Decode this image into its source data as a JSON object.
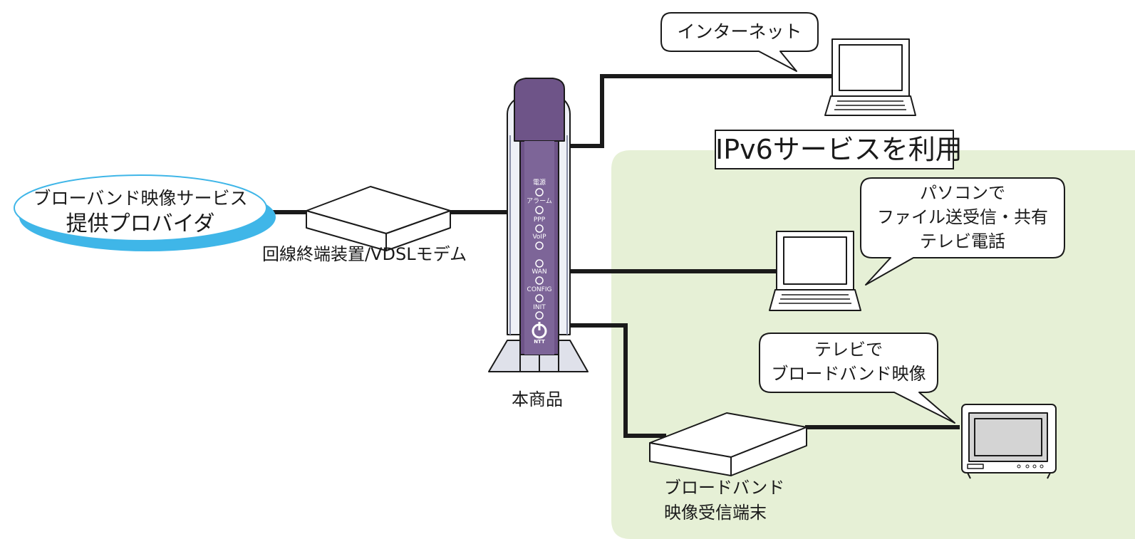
{
  "provider": {
    "line1": "ブローバンド映像サービス",
    "line2": "提供プロバイダ"
  },
  "onu_label": "回線終端装置/VDSLモデム",
  "router": {
    "label": "本商品",
    "leds": [
      "電源",
      "アラーム",
      "PPP",
      "VoIP",
      "WAN",
      "CONFIG",
      "INIT"
    ],
    "brand": "NTT"
  },
  "internet_bubble": "インターネット",
  "ipv6_title": "IPv6サービスを利用",
  "pc_bubble": {
    "line1": "パソコンで",
    "line2": "ファイル送受信・共有",
    "line3": "テレビ電話"
  },
  "tv_bubble": {
    "line1": "テレビで",
    "line2": "ブロードバンド映像"
  },
  "stb_label": {
    "line1": "ブロードバンド",
    "line2": "映像受信端末"
  },
  "colors": {
    "ipv6_area": "#e6f0d6",
    "provider_shadow": "#3fb6e8",
    "router_purple": "#6e5488"
  }
}
